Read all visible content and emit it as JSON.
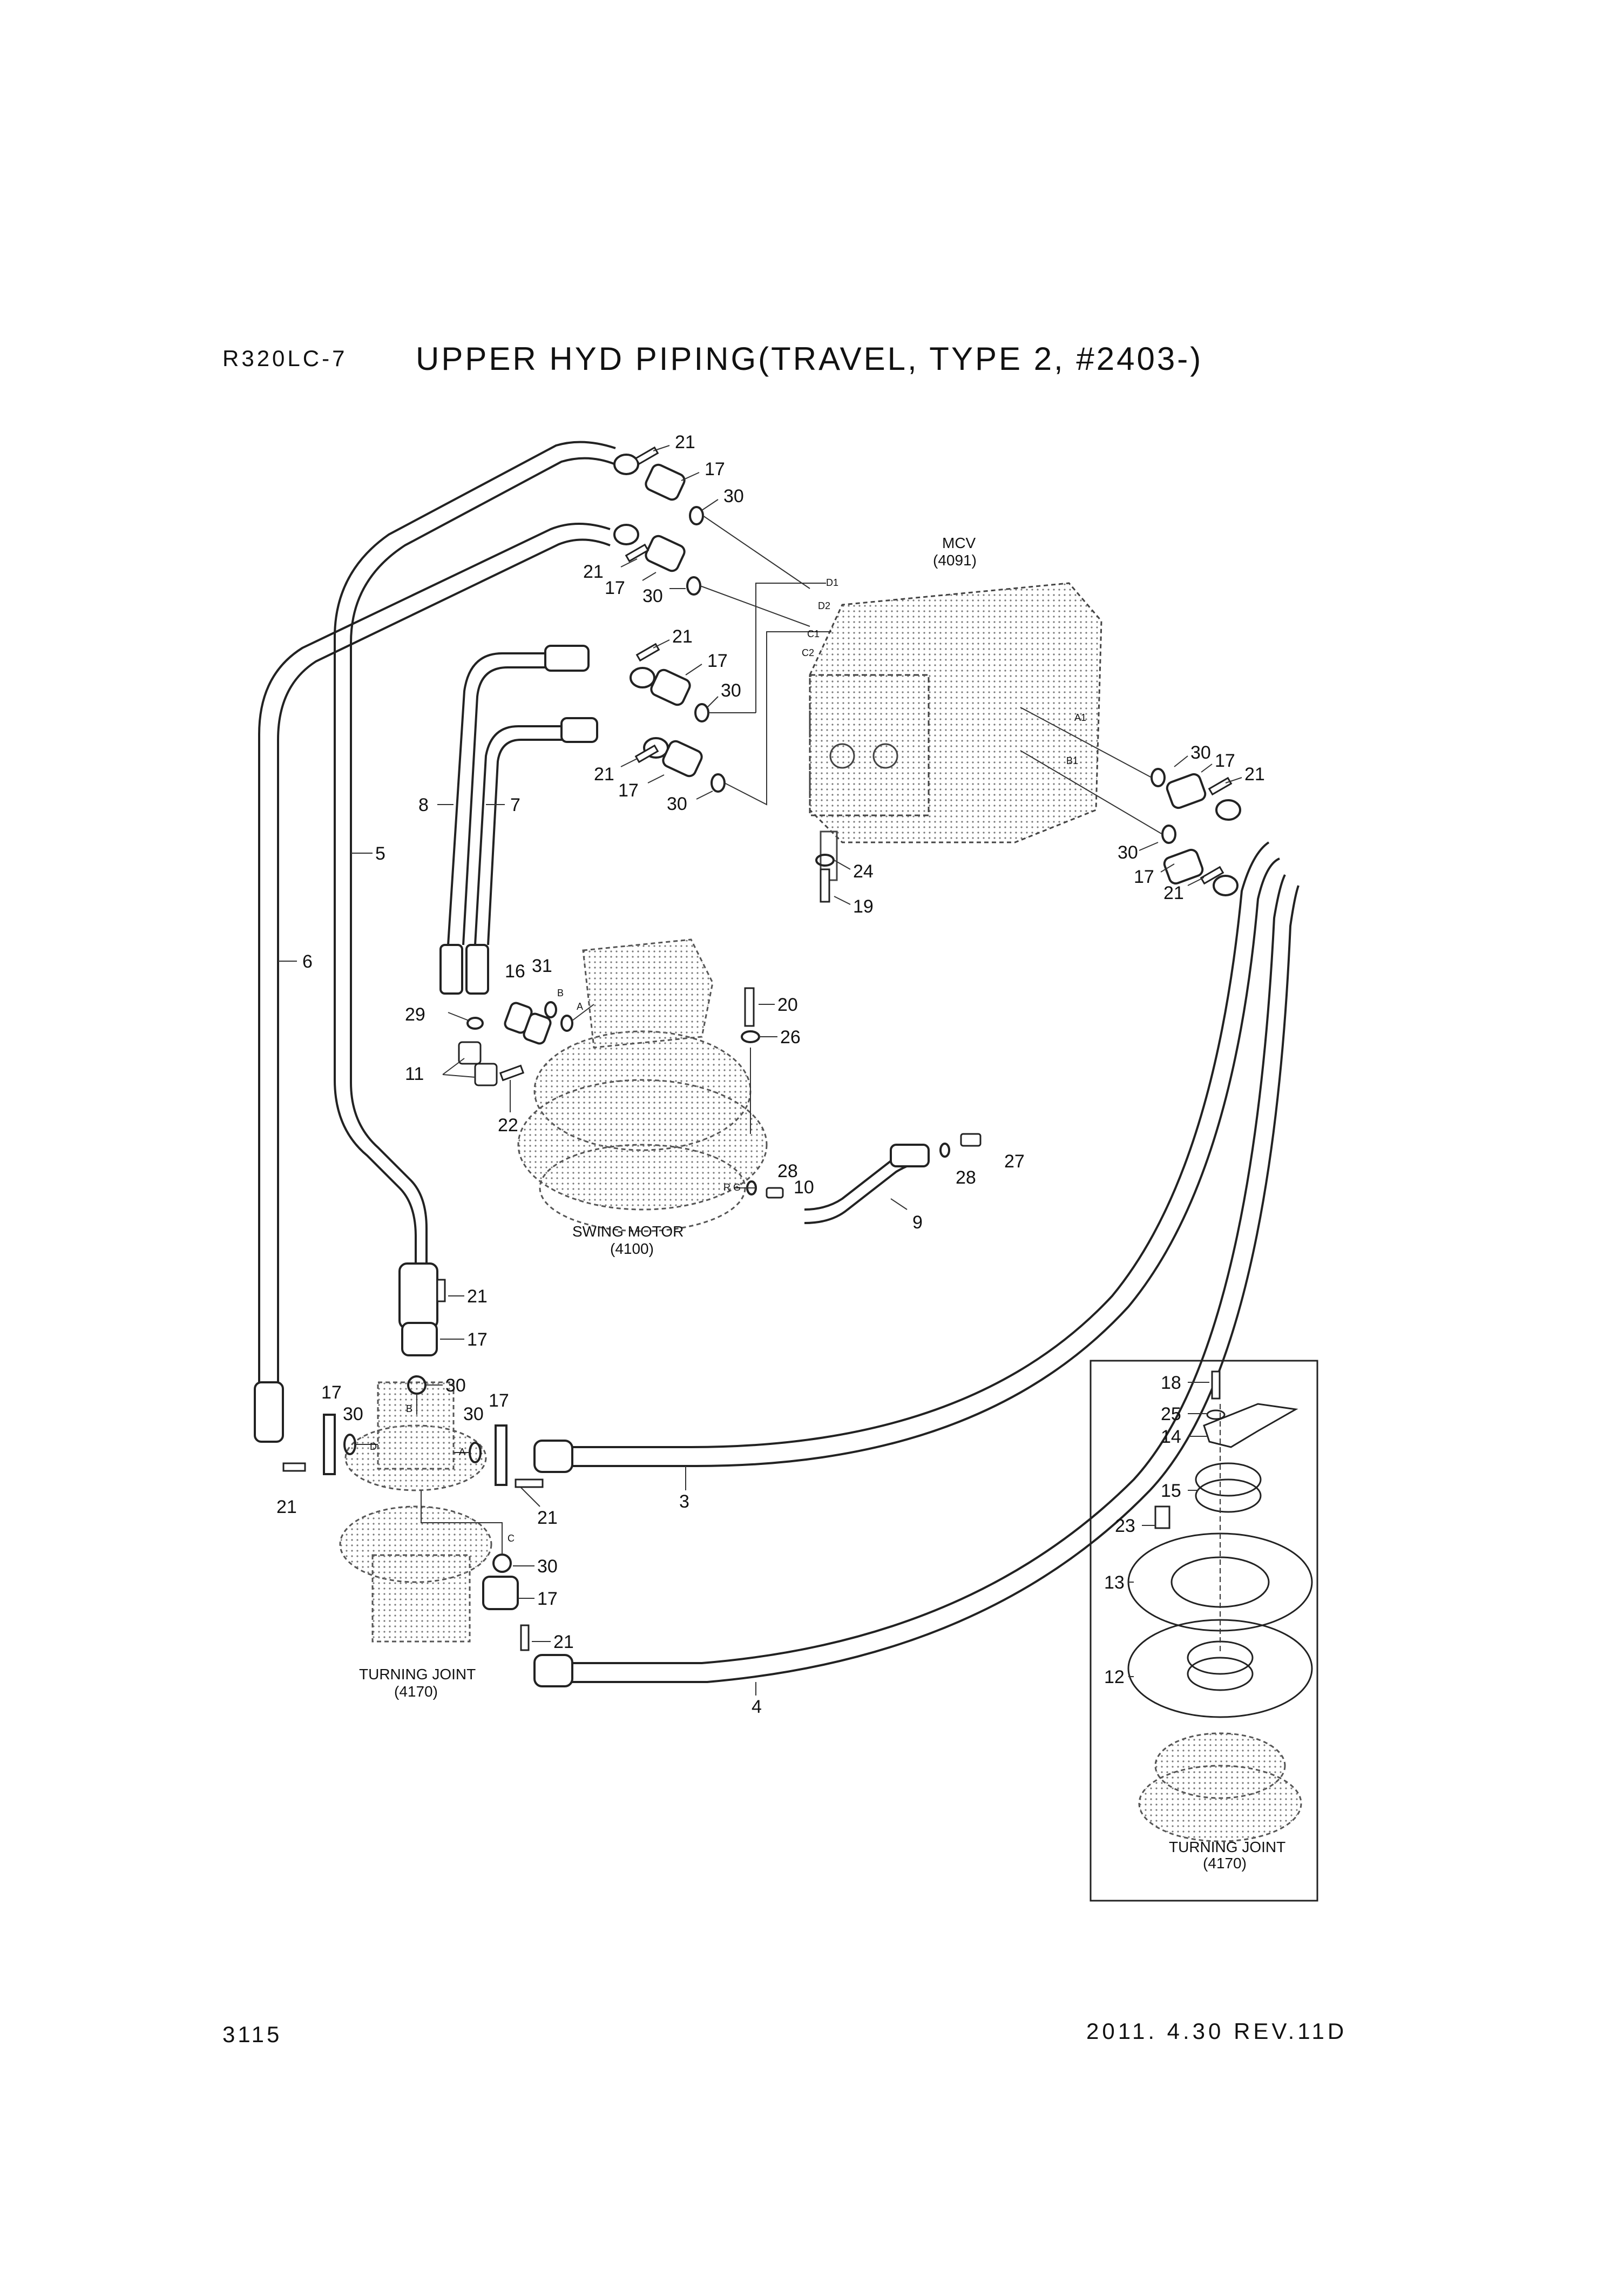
{
  "header": {
    "model": "R320LC-7",
    "title": "UPPER HYD PIPING(TRAVEL, TYPE 2, #2403-)"
  },
  "footer": {
    "page_number": "3115",
    "revision": "2011. 4.30  REV.11D"
  },
  "components": {
    "mcv": {
      "name": "MCV",
      "ref": "(4091)"
    },
    "swing_motor": {
      "name": "SWING MOTOR",
      "ref": "(4100)"
    },
    "turning_joint": {
      "name": "TURNING JOINT",
      "ref": "(4170)"
    },
    "inset_turning_joint": {
      "name": "TURNING JOINT",
      "ref": "(4170)"
    }
  },
  "port_labels": {
    "d1": "D1",
    "d2": "D2",
    "c1": "C1",
    "c2": "C2",
    "a1": "A1",
    "b1": "B1",
    "sm_a": "A",
    "sm_b": "B",
    "rg": "R G",
    "tj_a": "A",
    "tj_b": "B",
    "tj_c": "C",
    "tj_d": "D"
  },
  "callouts": {
    "p21_a": "21",
    "p17_a": "17",
    "p30_a": "30",
    "p21_b": "21",
    "p17_b": "17",
    "p30_b": "30",
    "p21_c": "21",
    "p17_c": "17",
    "p30_c": "30",
    "p21_d": "21",
    "p17_d": "17",
    "p30_d": "30",
    "p30_e": "30",
    "p17_e": "17",
    "p21_e": "21",
    "p30_f": "30",
    "p17_f": "17",
    "p21_f": "21",
    "p24": "24",
    "p19": "19",
    "p8": "8",
    "p7": "7",
    "p5": "5",
    "p6": "6",
    "p16": "16",
    "p31": "31",
    "p29": "29",
    "p11": "11",
    "p22": "22",
    "p20": "20",
    "p26": "26",
    "p28_a": "28",
    "p10": "10",
    "p9": "9",
    "p28_b": "28",
    "p27": "27",
    "p21_g": "21",
    "p17_g": "17",
    "p30_g": "30",
    "p17_h": "17",
    "p30_h": "30",
    "p21_h": "21",
    "p30_i": "30",
    "p17_i": "17",
    "p21_i": "21",
    "p3": "3",
    "p30_j": "30",
    "p17_j": "17",
    "p21_j": "21",
    "p4": "4",
    "p18": "18",
    "p25": "25",
    "p14": "14",
    "p15": "15",
    "p23": "23",
    "p13": "13",
    "p12": "12"
  }
}
